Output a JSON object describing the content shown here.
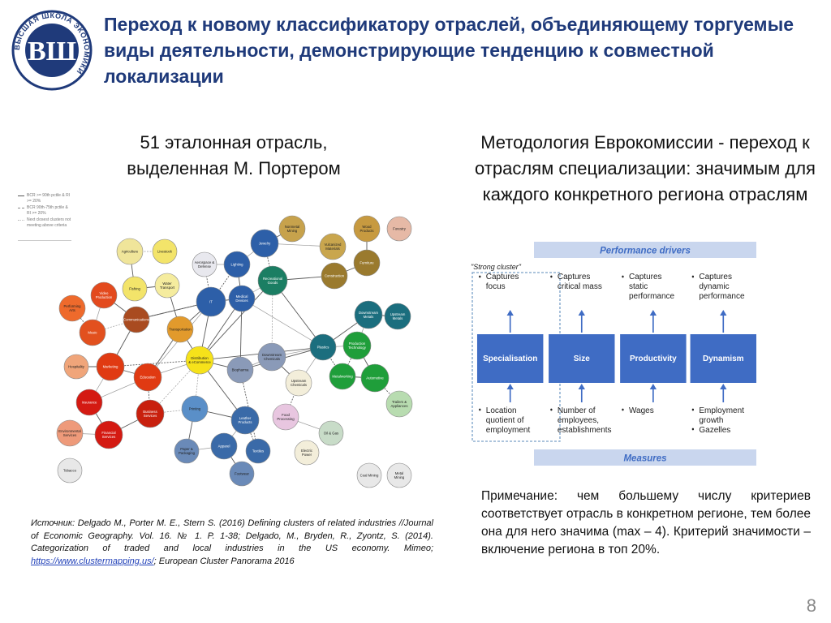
{
  "header": {
    "title": "Переход к новому классификатору отраслей, объединяющему торгуемые виды деятельности, демонстрирующие тенденцию к совместной локализации",
    "logo_ring_text": "ВЫСШАЯ ШКОЛА ЭКОНОМИКИ",
    "logo_mark": "ВШ"
  },
  "left": {
    "subtitle": "51 эталонная отрасль, выделенная М. Портером",
    "legend": [
      "BCR >= 90th pctile & RI >= 20%",
      "BCR 90th-75th pctile & RI >= 20%",
      "Next closest clusters not meeting above criteria"
    ],
    "nodes": [
      {
        "id": "n1",
        "label": "Nonmetal Mining",
        "color": "#c7a24c"
      },
      {
        "id": "n2",
        "label": "Wood Products",
        "color": "#c79a40"
      },
      {
        "id": "n3",
        "label": "Forestry",
        "color": "#e6b9a6"
      },
      {
        "id": "n4",
        "label": "Jewelry",
        "color": "#2d5fa8"
      },
      {
        "id": "n5",
        "label": "Vulcanized Materials",
        "color": "#c9a64e"
      },
      {
        "id": "n6",
        "label": "Furniture",
        "color": "#9a7a2e"
      },
      {
        "id": "n7",
        "label": "Agriculture",
        "color": "#f0e59a"
      },
      {
        "id": "n8",
        "label": "Livestock",
        "color": "#f3e46a"
      },
      {
        "id": "n9",
        "label": "Aerospace & Defense",
        "color": "#e8e8ee"
      },
      {
        "id": "n10",
        "label": "Lighting",
        "color": "#2d5fa8"
      },
      {
        "id": "n11",
        "label": "Recreational Goods",
        "color": "#1b7e63"
      },
      {
        "id": "n12",
        "label": "Construction",
        "color": "#9a7a2e"
      },
      {
        "id": "n13",
        "label": "Fishing",
        "color": "#f3e46a"
      },
      {
        "id": "n14",
        "label": "Water Transport",
        "color": "#f5ec9e"
      },
      {
        "id": "n15",
        "label": "Medical Devices",
        "color": "#2d5fa8"
      },
      {
        "id": "n16",
        "label": "Downstream Metals",
        "color": "#1b6e7e"
      },
      {
        "id": "n17",
        "label": "Upstream Metals",
        "color": "#1b6e7e"
      },
      {
        "id": "n18",
        "label": "Video Production",
        "color": "#e34a1e"
      },
      {
        "id": "n19",
        "label": "Performing Arts",
        "color": "#ee6a2c"
      },
      {
        "id": "n20",
        "label": "Communications",
        "color": "#a94b20"
      },
      {
        "id": "n21",
        "label": "IT",
        "color": "#2d5fa8"
      },
      {
        "id": "n22",
        "label": "Transportation",
        "color": "#e29a2c"
      },
      {
        "id": "n23",
        "label": "Music",
        "color": "#e2501e"
      },
      {
        "id": "n24",
        "label": "Plastics",
        "color": "#1b6e7e"
      },
      {
        "id": "n25",
        "label": "Production Technology",
        "color": "#1f9e3a"
      },
      {
        "id": "n26",
        "label": "Hospitality",
        "color": "#f0a57a"
      },
      {
        "id": "n27",
        "label": "Marketing",
        "color": "#e03a12"
      },
      {
        "id": "n28",
        "label": "Distribution & eCommerce",
        "color": "#f6e21a"
      },
      {
        "id": "n29",
        "label": "Biopharma",
        "color": "#8a9ab8"
      },
      {
        "id": "n30",
        "label": "Downstream Chemicals",
        "color": "#8a9ab8"
      },
      {
        "id": "n31",
        "label": "Metalworking",
        "color": "#1f9e3a"
      },
      {
        "id": "n32",
        "label": "Automotive",
        "color": "#1f9e3a"
      },
      {
        "id": "n33",
        "label": "Education",
        "color": "#e03a12"
      },
      {
        "id": "n34",
        "label": "Upstream Chemicals",
        "color": "#f3eeda"
      },
      {
        "id": "n35",
        "label": "Insurance",
        "color": "#d41a12"
      },
      {
        "id": "n36",
        "label": "Business Services",
        "color": "#c8200e"
      },
      {
        "id": "n37",
        "label": "Printing",
        "color": "#5a8fc8"
      },
      {
        "id": "n38",
        "label": "Leather Products",
        "color": "#3a6aa8"
      },
      {
        "id": "n39",
        "label": "Food Processing",
        "color": "#e8c6e0"
      },
      {
        "id": "n40",
        "label": "Trailers & Appliances",
        "color": "#b8dcb0"
      },
      {
        "id": "n41",
        "label": "Environmental Services",
        "color": "#ee9a7a"
      },
      {
        "id": "n42",
        "label": "Financial Services",
        "color": "#d41a12"
      },
      {
        "id": "n43",
        "label": "Paper & Packaging",
        "color": "#6a8ab8"
      },
      {
        "id": "n44",
        "label": "Apparel",
        "color": "#3a6aa8"
      },
      {
        "id": "n45",
        "label": "Textiles",
        "color": "#3a6aa8"
      },
      {
        "id": "n46",
        "label": "Oil & Gas",
        "color": "#c8dcc8"
      },
      {
        "id": "n47",
        "label": "Electric Power",
        "color": "#f3eeda"
      },
      {
        "id": "n48",
        "label": "Tobacco",
        "color": "#e8e8e8"
      },
      {
        "id": "n49",
        "label": "Footwear",
        "color": "#6a8ab8"
      },
      {
        "id": "n50",
        "label": "Coal Mining",
        "color": "#e8e8e8"
      },
      {
        "id": "n51",
        "label": "Metal Mining",
        "color": "#e8e8e8"
      }
    ],
    "source_prefix": "Источник: Delgado M., Porter M. E., Stern S. (2016) Defining clusters of related industries //Journal of Economic Geography. Vol. 16. № 1. P. 1-38; Delgado, M., Bryden, R., Zyontz, S. (2014). Categorization of traded and local industries in the US economy. Mimeo; ",
    "source_link": "https://www.clustermapping.us/",
    "source_suffix": "; European Cluster Panorama 2016"
  },
  "right": {
    "subtitle": "Методология Еврокомиссии - переход к отраслям специализации: значимым для каждого конкретного региона отраслям",
    "performance_header": "Performance drivers",
    "strong_cluster_label": "\"Strong cluster\"",
    "drivers": [
      {
        "top_line1": "Captures",
        "top_line2": "focus",
        "top_line3": "",
        "box": "Specialisation",
        "bottom_line1": "Location",
        "bottom_line2": "quotient of",
        "bottom_line3": "employment"
      },
      {
        "top_line1": "Captures",
        "top_line2": "critical mass",
        "top_line3": "",
        "box": "Size",
        "bottom_line1": "Number of",
        "bottom_line2": "employees,",
        "bottom_line3": "establishments"
      },
      {
        "top_line1": "Captures",
        "top_line2": "static",
        "top_line3": "performance",
        "box": "Productivity",
        "bottom_line1": "Wages",
        "bottom_line2": "",
        "bottom_line3": ""
      },
      {
        "top_line1": "Captures",
        "top_line2": "dynamic",
        "top_line3": "performance",
        "box": "Dynamism",
        "bottom_line1": "Employment",
        "bottom_line2": "growth",
        "bottom_line3": "Gazelles"
      }
    ],
    "measures_header": "Measures",
    "colors": {
      "box": "#3f6cc4",
      "band": "#c9d6ee",
      "band_text": "#3f6cc4",
      "dashed": "#7aa0c8"
    },
    "note": "Примечание: чем большему числу критериев соответствует отрасль в конкретном регионе, тем более она для него значима (max – 4). Критерий значимости – включение региона в топ 20%."
  },
  "page_number": "8"
}
